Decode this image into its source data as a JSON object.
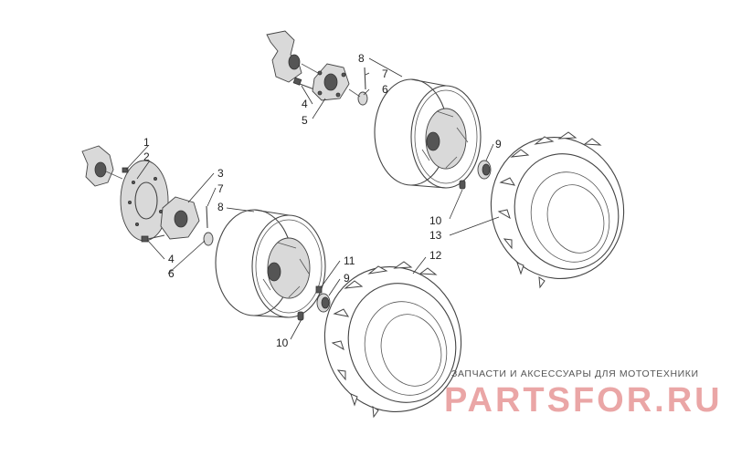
{
  "diagram": {
    "callouts": {
      "upper": [
        "8",
        "7",
        "6",
        "4",
        "5",
        "9",
        "10",
        "13"
      ],
      "lower": [
        "1",
        "2",
        "3",
        "7",
        "8",
        "4",
        "6",
        "11",
        "9",
        "10",
        "12"
      ]
    }
  },
  "watermark": {
    "caption": "ЗАПЧАСТИ И АКСЕССУАРЫ ДЛЯ МОТОТЕХНИКИ",
    "logo_text": "PARTSFOR.RU",
    "logo_color": "#e07777"
  }
}
